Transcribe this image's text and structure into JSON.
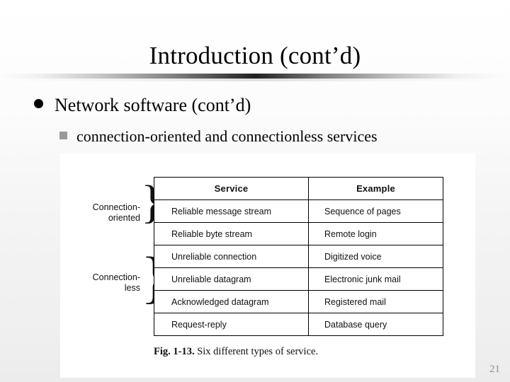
{
  "slide": {
    "title": "Introduction (cont’d)",
    "page_number": "21",
    "bullets": {
      "level1": "Network software (cont’d)",
      "level2": "connection-oriented and connectionless services"
    }
  },
  "figure": {
    "caption_label": "Fig.  1-13.",
    "caption_text": " Six different types of service.",
    "group_labels": {
      "connection_oriented_line1": "Connection-",
      "connection_oriented_line2": "oriented",
      "connectionless_line1": "Connection-",
      "connectionless_line2": "less"
    },
    "brace_glyph": "}",
    "table": {
      "headers": [
        "Service",
        "Example"
      ],
      "rows": [
        [
          "Reliable message stream",
          "Sequence of pages"
        ],
        [
          "Reliable byte stream",
          "Remote login"
        ],
        [
          "Unreliable connection",
          "Digitized voice"
        ],
        [
          "Unreliable datagram",
          "Electronic junk mail"
        ],
        [
          "Acknowledged datagram",
          "Registered mail"
        ],
        [
          "Request-reply",
          "Database query"
        ]
      ]
    }
  },
  "colors": {
    "text": "#000000",
    "bullet1_marker": "#000000",
    "bullet2_marker": "#9a9a9a",
    "page_number": "#8f8f8f",
    "panel_background": "#ffffff"
  }
}
